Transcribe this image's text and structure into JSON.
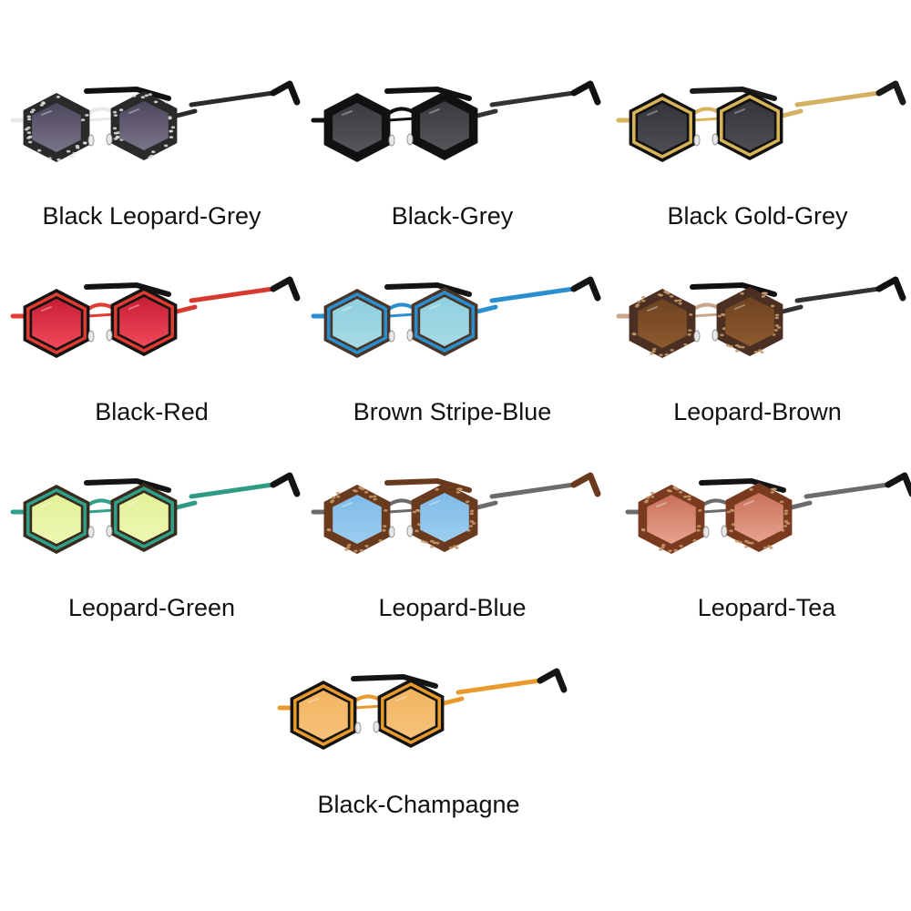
{
  "products": [
    {
      "label": "Black Leopard-Grey",
      "frame": "#2a2a2a",
      "accent": "#e8e8e8",
      "lens": "#7a7488",
      "lens_top": "#4d4660",
      "temple": "#2b2b2b",
      "tip": "#111111",
      "pattern": "leopard-white"
    },
    {
      "label": "Black-Grey",
      "frame": "#111111",
      "accent": "#111111",
      "lens": "#55565c",
      "lens_top": "#3a3b40",
      "temple": "#333333",
      "tip": "#111111",
      "pattern": "solid"
    },
    {
      "label": "Black Gold-Grey",
      "frame": "#121212",
      "accent": "#d9b55a",
      "lens": "#4d4e55",
      "lens_top": "#34353a",
      "temple": "#d4b062",
      "tip": "#1a1a1a",
      "pattern": "gold-rim"
    },
    {
      "label": "Black-Red",
      "frame": "#141414",
      "accent": "#e23b32",
      "lens": "#f0485a",
      "lens_top": "#c81e35",
      "temple": "#d8392f",
      "tip": "#141414",
      "pattern": "metal-rim"
    },
    {
      "label": "Brown Stripe-Blue",
      "frame": "#4a3628",
      "accent": "#2a8fd0",
      "lens": "#a6dbe6",
      "lens_top": "#8fcfdf",
      "temple": "#2a8fd0",
      "tip": "#141414",
      "pattern": "metal-rim"
    },
    {
      "label": "Leopard-Brown",
      "frame": "#4a2f22",
      "accent": "#c9a58c",
      "lens": "#8d5a2f",
      "lens_top": "#6e4220",
      "temple": "#333333",
      "tip": "#111111",
      "pattern": "leopard-brown"
    },
    {
      "label": "Leopard-Green",
      "frame": "#3a2b1c",
      "accent": "#2fa089",
      "lens": "#eef7b2",
      "lens_top": "#e3f197",
      "temple": "#2f9a84",
      "tip": "#141414",
      "pattern": "metal-rim"
    },
    {
      "label": "Leopard-Blue",
      "frame": "#6a3a1f",
      "accent": "#6b6b6b",
      "lens": "#9ccdf0",
      "lens_top": "#7fbbe8",
      "temple": "#6b6b6b",
      "tip": "#6a3a1f",
      "pattern": "leopard-brown"
    },
    {
      "label": "Leopard-Tea",
      "frame": "#7a3a1f",
      "accent": "#6b6b6b",
      "lens": "#e7a38c",
      "lens_top": "#c8705a",
      "temple": "#6b6b6b",
      "tip": "#141414",
      "pattern": "leopard-brown"
    },
    {
      "label": "Black-Champagne",
      "frame": "#141414",
      "accent": "#e89a2c",
      "lens": "#f6c27a",
      "lens_top": "#f2b45f",
      "temple": "#e89a2c",
      "tip": "#141414",
      "pattern": "metal-rim"
    }
  ]
}
